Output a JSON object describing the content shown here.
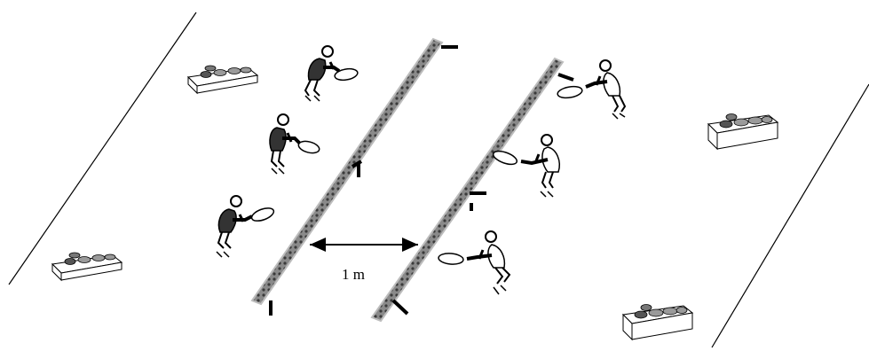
{
  "diagram": {
    "distance_label": "1 m",
    "colors": {
      "background": "#ffffff",
      "line": "#000000",
      "net_fill": "#8a8a8a",
      "net_border": "#bdbdbd",
      "net_mesh": "#3a3a3a",
      "player_dark": "#333333",
      "player_light": "#ffffff",
      "ball_fill": "#9a9a9a"
    },
    "elements": {
      "boundary_lines": 2,
      "nets": 2,
      "ball_boxes": 4,
      "players_dark_side": 3,
      "players_light_side": 3,
      "net_posts": 4,
      "distance_arrow": 1
    }
  }
}
